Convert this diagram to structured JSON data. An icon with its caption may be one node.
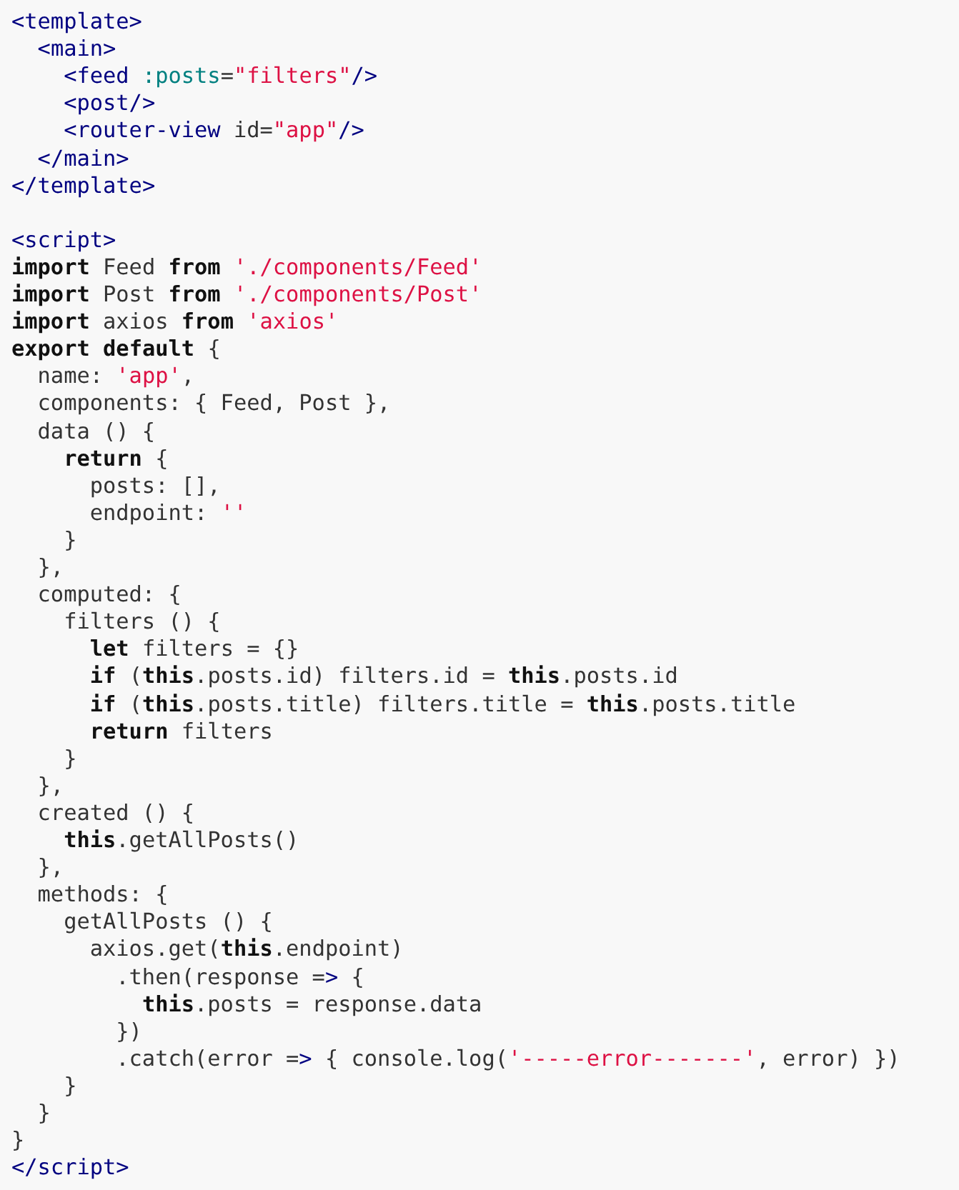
{
  "diagram": {
    "labels": [
      "<template>",
      "  <main>",
      "    <feed :posts=\"filters\"/>",
      "    <post/>",
      "    <router-view id=\"app\"/>",
      "  </main>",
      "</template>",
      "<script>",
      "**import** Feed **from** './components/Feed'",
      "**import** Post **from** './components/Post'",
      "**import** axios **from** 'axios'",
      "**export** **default** {",
      "  name: 'app',",
      "  components: { Feed, Post },",
      "  data () {",
      "    **return** {",
      "      posts: [],",
      "      endpoint: ''",
      "    }",
      "  },",
      "  computed: {",
      "    filters () {",
      "      **let** filters = {}",
      "      **if** (**this**.posts.id) filters.id = **this**.posts.id",
      "      **if** (**this**.posts.title) filters.title = **this**.posts.title",
      "      **return** filters",
      "    }",
      "  },",
      "  created () {",
      "    **this**.getAllPosts()",
      "  },",
      "  methods: {",
      "    getAllPosts () {",
      "      axios.get(**this**.endpoint)",
      "        .then(response => {",
      "          **this**.posts = response.data",
      "        })",
      "        .catch(error => { console.log('-----error-------', error) })",
      "    }",
      "  }",
      "}",
      "</script>"
    ]
  }
}
